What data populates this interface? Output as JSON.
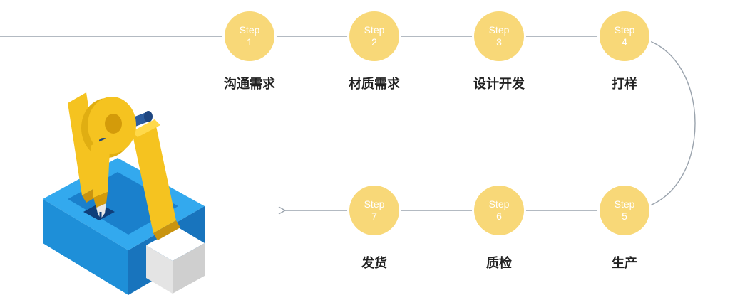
{
  "colors": {
    "circle_fill": "#F8D878",
    "circle_text": "#ffffff",
    "line": "#9aa3ad",
    "label_text": "#222222",
    "robot_yellow": "#F2BE1E",
    "robot_yellow_dark": "#D39B0A",
    "base_blue": "#1E96E0",
    "base_blue_dark": "#1A78C2",
    "box_white": "#ECECEC"
  },
  "steps": [
    {
      "word": "Step",
      "num": "1",
      "label": "沟通需求"
    },
    {
      "word": "Step",
      "num": "2",
      "label": "材质需求"
    },
    {
      "word": "Step",
      "num": "3",
      "label": "设计开发"
    },
    {
      "word": "Step",
      "num": "4",
      "label": "打样"
    },
    {
      "word": "Step",
      "num": "5",
      "label": "生产"
    },
    {
      "word": "Step",
      "num": "6",
      "label": "质检"
    },
    {
      "word": "Step",
      "num": "7",
      "label": "发货"
    }
  ],
  "illustration": {
    "icon": "robot-arm-machine-icon"
  }
}
